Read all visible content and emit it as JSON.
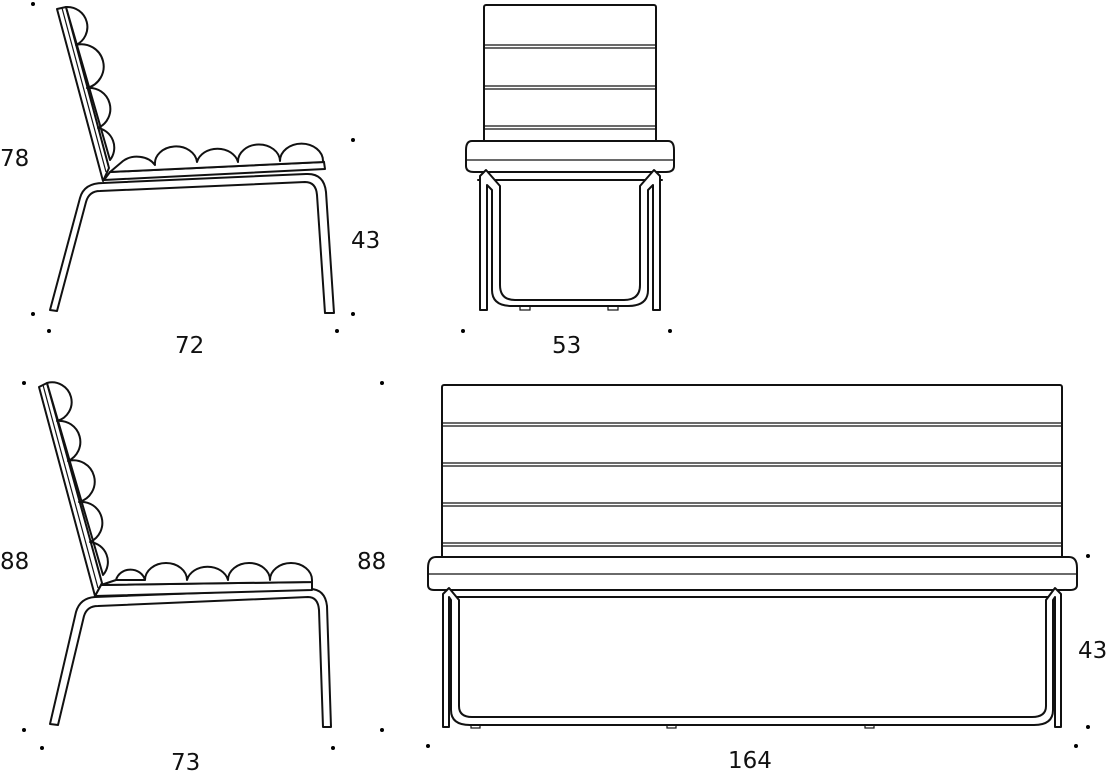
{
  "drawing": {
    "colors": {
      "line": "#111111",
      "background": "#ffffff"
    },
    "views": [
      {
        "name": "lounge-chair-side",
        "height": "78",
        "seat_height": "43",
        "depth": "72"
      },
      {
        "name": "lounge-chair-front",
        "width": "53"
      },
      {
        "name": "highback-chair-side",
        "height_left": "88",
        "height_right": "88",
        "depth": "73"
      },
      {
        "name": "sofa-front",
        "width": "164",
        "seat_height": "43"
      }
    ]
  }
}
